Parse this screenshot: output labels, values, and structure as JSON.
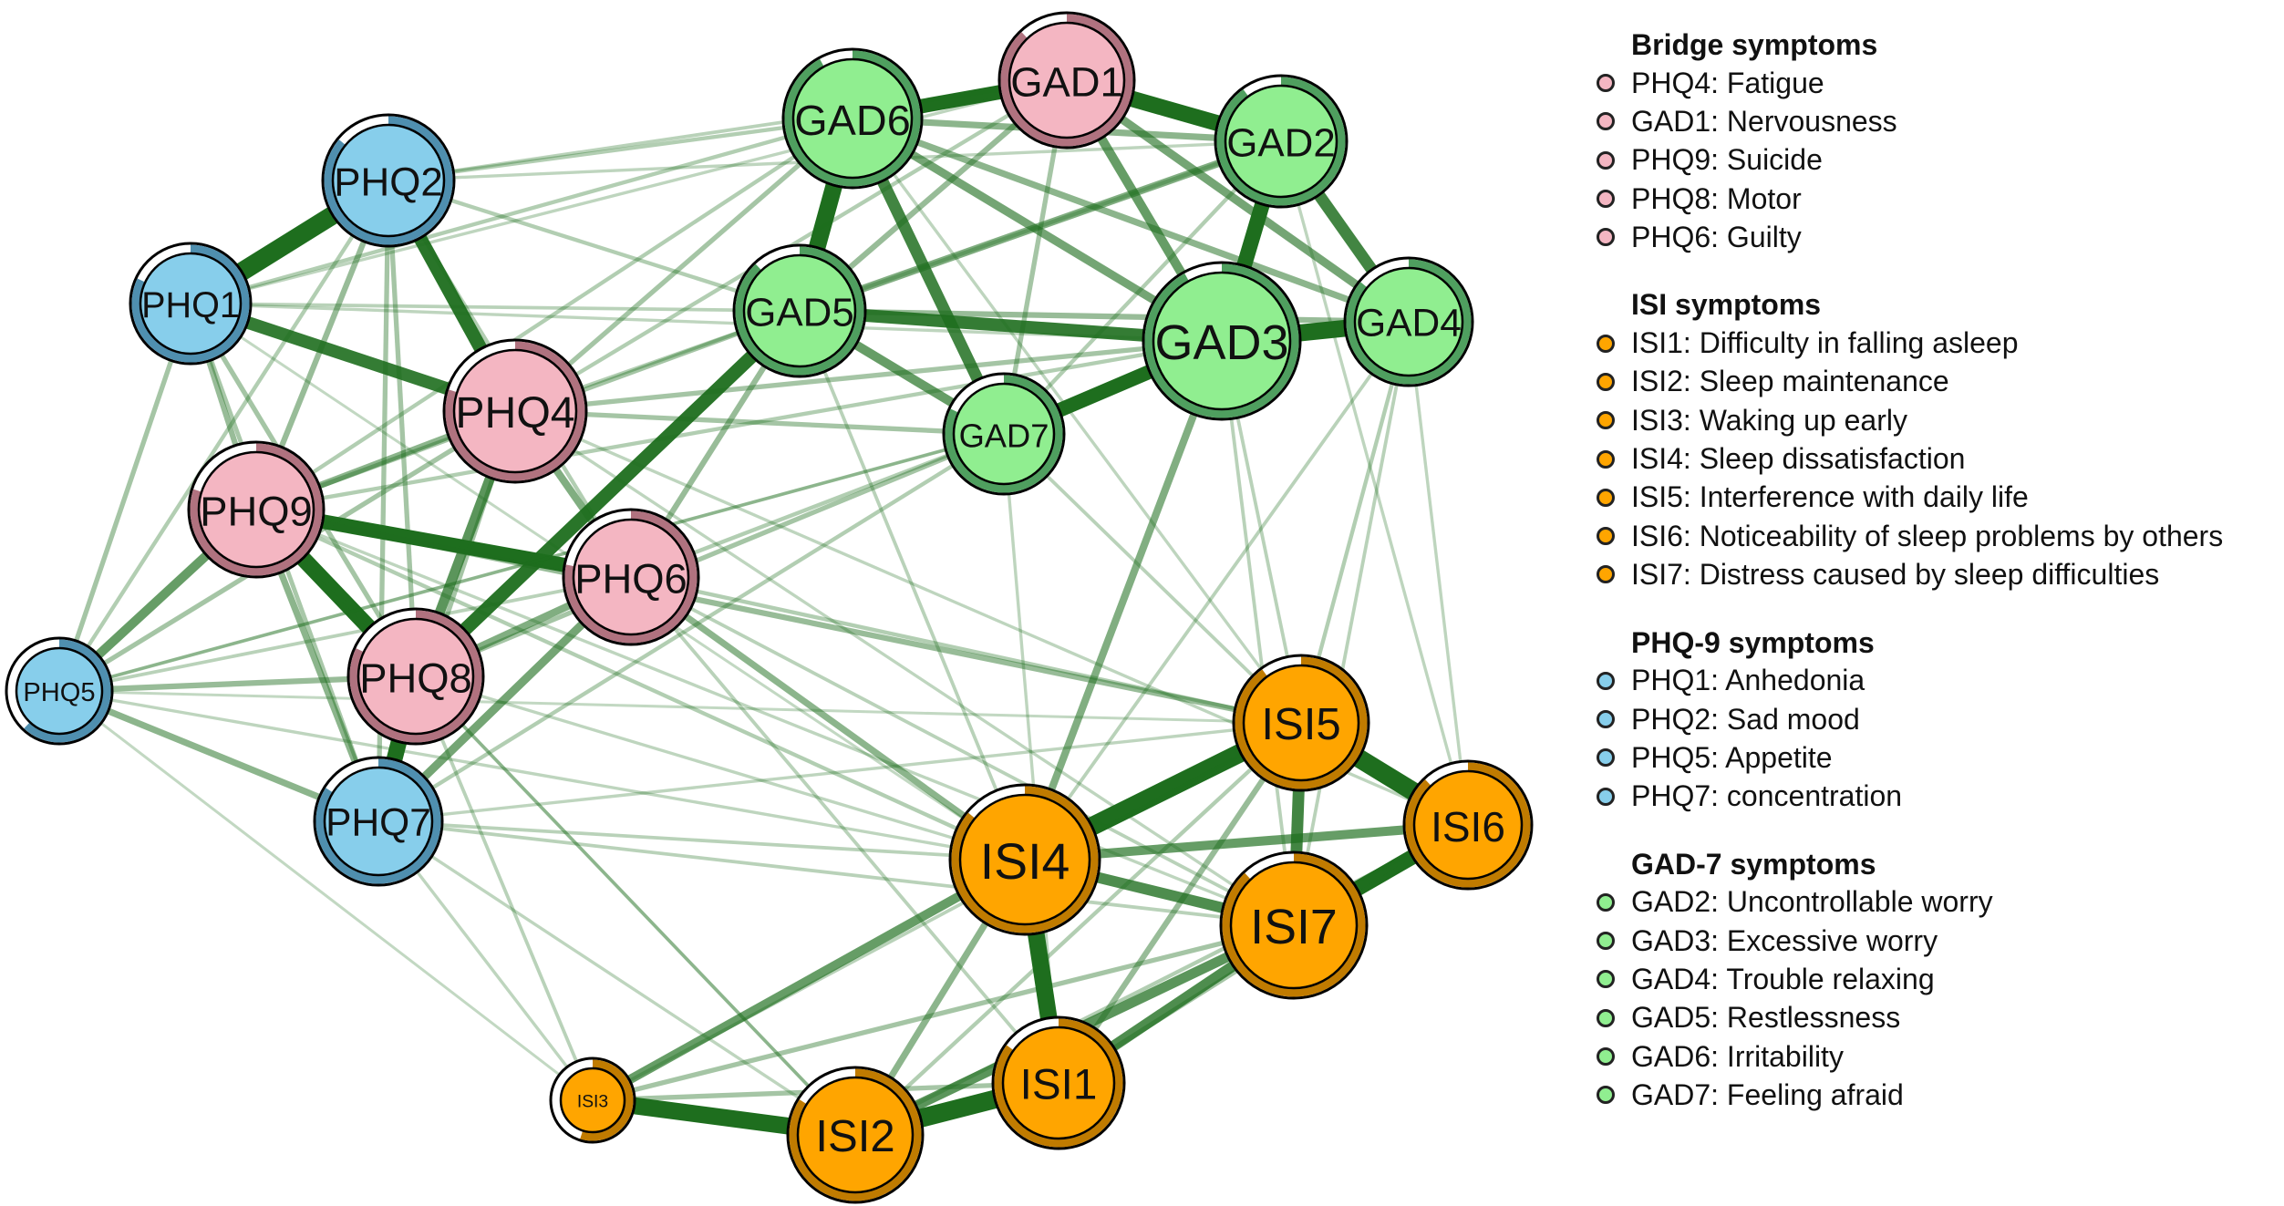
{
  "colors": {
    "bridge": "#F4B6C2",
    "isi": "#FFA500",
    "phq": "#87CEEB",
    "gad": "#90EE90",
    "edge": "#1E6E1E"
  },
  "nodes": [
    {
      "id": "PHQ1",
      "group": "phq"
    },
    {
      "id": "PHQ2",
      "group": "phq"
    },
    {
      "id": "PHQ5",
      "group": "phq"
    },
    {
      "id": "PHQ7",
      "group": "phq"
    },
    {
      "id": "PHQ4",
      "group": "bridge"
    },
    {
      "id": "PHQ9",
      "group": "bridge"
    },
    {
      "id": "PHQ6",
      "group": "bridge"
    },
    {
      "id": "PHQ8",
      "group": "bridge"
    },
    {
      "id": "GAD1",
      "group": "bridge"
    },
    {
      "id": "GAD6",
      "group": "gad"
    },
    {
      "id": "GAD2",
      "group": "gad"
    },
    {
      "id": "GAD5",
      "group": "gad"
    },
    {
      "id": "GAD3",
      "group": "gad"
    },
    {
      "id": "GAD4",
      "group": "gad"
    },
    {
      "id": "GAD7",
      "group": "gad"
    },
    {
      "id": "ISI5",
      "group": "isi"
    },
    {
      "id": "ISI6",
      "group": "isi"
    },
    {
      "id": "ISI4",
      "group": "isi"
    },
    {
      "id": "ISI7",
      "group": "isi"
    },
    {
      "id": "ISI1",
      "group": "isi"
    },
    {
      "id": "ISI2",
      "group": "isi"
    },
    {
      "id": "ISI3",
      "group": "isi"
    }
  ],
  "edges": [
    [
      "PHQ1",
      "PHQ2",
      1.0
    ],
    [
      "PHQ2",
      "PHQ4",
      0.7
    ],
    [
      "PHQ1",
      "PHQ4",
      0.65
    ],
    [
      "PHQ9",
      "PHQ6",
      0.75
    ],
    [
      "PHQ9",
      "PHQ8",
      0.85
    ],
    [
      "PHQ8",
      "PHQ7",
      0.85
    ],
    [
      "PHQ8",
      "GAD5",
      0.7
    ],
    [
      "PHQ4",
      "PHQ8",
      0.5
    ],
    [
      "PHQ9",
      "PHQ5",
      0.45
    ],
    [
      "PHQ6",
      "PHQ7",
      0.4
    ],
    [
      "PHQ4",
      "PHQ6",
      0.35
    ],
    [
      "PHQ9",
      "PHQ4",
      0.3
    ],
    [
      "PHQ8",
      "PHQ6",
      0.35
    ],
    [
      "PHQ7",
      "PHQ5",
      0.3
    ],
    [
      "PHQ1",
      "PHQ9",
      0.25
    ],
    [
      "PHQ2",
      "PHQ9",
      0.25
    ],
    [
      "PHQ7",
      "PHQ9",
      0.3
    ],
    [
      "PHQ8",
      "PHQ5",
      0.25
    ],
    [
      "PHQ1",
      "PHQ5",
      0.2
    ],
    [
      "PHQ2",
      "PHQ8",
      0.2
    ],
    [
      "PHQ4",
      "PHQ7",
      0.2
    ],
    [
      "PHQ6",
      "GAD5",
      0.25
    ],
    [
      "PHQ4",
      "GAD6",
      0.2
    ],
    [
      "PHQ4",
      "GAD3",
      0.2
    ],
    [
      "PHQ4",
      "GAD7",
      0.2
    ],
    [
      "PHQ6",
      "GAD7",
      0.15
    ],
    [
      "PHQ2",
      "GAD6",
      0.15
    ],
    [
      "PHQ1",
      "GAD5",
      0.12
    ],
    [
      "PHQ9",
      "ISI5",
      0.25
    ],
    [
      "PHQ6",
      "ISI4",
      0.3
    ],
    [
      "PHQ6",
      "ISI5",
      0.15
    ],
    [
      "PHQ5",
      "GAD7",
      0.12
    ],
    [
      "PHQ5",
      "ISI4",
      0.1
    ],
    [
      "PHQ7",
      "ISI4",
      0.12
    ],
    [
      "PHQ7",
      "ISI5",
      0.1
    ],
    [
      "PHQ8",
      "ISI4",
      0.1
    ],
    [
      "PHQ9",
      "ISI2",
      0.1
    ],
    [
      "PHQ7",
      "ISI2",
      0.1
    ],
    [
      "PHQ7",
      "ISI3",
      0.1
    ],
    [
      "PHQ5",
      "ISI3",
      0.08
    ],
    [
      "GAD6",
      "GAD1",
      0.75
    ],
    [
      "GAD6",
      "GAD5",
      0.9
    ],
    [
      "GAD6",
      "GAD7",
      0.6
    ],
    [
      "GAD6",
      "GAD3",
      0.4
    ],
    [
      "GAD6",
      "GAD2",
      0.3
    ],
    [
      "GAD1",
      "GAD2",
      0.85
    ],
    [
      "GAD1",
      "GAD3",
      0.45
    ],
    [
      "GAD1",
      "GAD4",
      0.4
    ],
    [
      "GAD2",
      "GAD3",
      0.8
    ],
    [
      "GAD2",
      "GAD4",
      0.6
    ],
    [
      "GAD3",
      "GAD4",
      0.9
    ],
    [
      "GAD5",
      "GAD3",
      0.65
    ],
    [
      "GAD5",
      "GAD7",
      0.45
    ],
    [
      "GAD7",
      "GAD3",
      0.75
    ],
    [
      "GAD5",
      "GAD2",
      0.35
    ],
    [
      "GAD6",
      "GAD4",
      0.3
    ],
    [
      "GAD1",
      "GAD5",
      0.25
    ],
    [
      "GAD1",
      "GAD7",
      0.2
    ],
    [
      "GAD5",
      "GAD4",
      0.25
    ],
    [
      "GAD7",
      "GAD2",
      0.15
    ],
    [
      "GAD3",
      "ISI4",
      0.35
    ],
    [
      "GAD4",
      "ISI5",
      0.15
    ],
    [
      "GAD4",
      "ISI4",
      0.12
    ],
    [
      "GAD7",
      "ISI5",
      0.12
    ],
    [
      "GAD5",
      "ISI4",
      0.12
    ],
    [
      "GAD2",
      "ISI6",
      0.1
    ],
    [
      "GAD3",
      "ISI7",
      0.12
    ],
    [
      "GAD4",
      "ISI6",
      0.1
    ],
    [
      "GAD5",
      "PHQ9",
      0.2
    ],
    [
      "GAD5",
      "PHQ2",
      0.15
    ],
    [
      "GAD6",
      "PHQ1",
      0.15
    ],
    [
      "GAD6",
      "PHQ9",
      0.15
    ],
    [
      "GAD7",
      "PHQ8",
      0.2
    ],
    [
      "GAD7",
      "PHQ7",
      0.15
    ],
    [
      "GAD3",
      "PHQ9",
      0.15
    ],
    [
      "GAD2",
      "PHQ4",
      0.15
    ],
    [
      "ISI5",
      "ISI6",
      1.0
    ],
    [
      "ISI4",
      "ISI5",
      1.0
    ],
    [
      "ISI4",
      "ISI1",
      0.9
    ],
    [
      "ISI2",
      "ISI1",
      1.0
    ],
    [
      "ISI3",
      "ISI2",
      0.9
    ],
    [
      "ISI5",
      "ISI7",
      0.6
    ],
    [
      "ISI6",
      "ISI7",
      0.8
    ],
    [
      "ISI4",
      "ISI7",
      0.55
    ],
    [
      "ISI4",
      "ISI6",
      0.45
    ],
    [
      "ISI1",
      "ISI7",
      0.55
    ],
    [
      "ISI2",
      "ISI7",
      0.5
    ],
    [
      "ISI4",
      "ISI3",
      0.45
    ],
    [
      "ISI4",
      "ISI2",
      0.3
    ],
    [
      "ISI1",
      "ISI5",
      0.25
    ],
    [
      "ISI3",
      "ISI7",
      0.2
    ],
    [
      "ISI1",
      "ISI6",
      0.2
    ],
    [
      "ISI2",
      "ISI5",
      0.15
    ],
    [
      "ISI3",
      "ISI1",
      0.2
    ],
    [
      "ISI2",
      "ISI6",
      0.15
    ],
    [
      "ISI3",
      "ISI5",
      0.12
    ],
    [
      "PHQ2",
      "PHQ7",
      0.2
    ],
    [
      "PHQ1",
      "PHQ8",
      0.2
    ],
    [
      "PHQ1",
      "PHQ7",
      0.18
    ],
    [
      "PHQ2",
      "PHQ6",
      0.15
    ],
    [
      "PHQ2",
      "PHQ5",
      0.15
    ],
    [
      "PHQ4",
      "PHQ5",
      0.2
    ],
    [
      "PHQ6",
      "PHQ5",
      0.12
    ],
    [
      "PHQ9",
      "ISI4",
      0.15
    ],
    [
      "PHQ4",
      "ISI6",
      0.1
    ],
    [
      "PHQ1",
      "GAD3",
      0.1
    ],
    [
      "PHQ2",
      "GAD1",
      0.12
    ],
    [
      "PHQ4",
      "GAD1",
      0.15
    ],
    [
      "PHQ6",
      "ISI7",
      0.12
    ],
    [
      "PHQ8",
      "ISI2",
      0.12
    ],
    [
      "PHQ8",
      "ISI3",
      0.12
    ],
    [
      "PHQ6",
      "ISI1",
      0.12
    ],
    [
      "GAD7",
      "PHQ5",
      0.1
    ],
    [
      "GAD1",
      "PHQ1",
      0.1
    ],
    [
      "GAD2",
      "PHQ2",
      0.1
    ],
    [
      "GAD4",
      "ISI7",
      0.12
    ],
    [
      "GAD3",
      "ISI5",
      0.12
    ],
    [
      "GAD7",
      "ISI1",
      0.1
    ],
    [
      "GAD6",
      "ISI5",
      0.1
    ],
    [
      "PHQ7",
      "ISI7",
      0.12
    ],
    [
      "PHQ5",
      "ISI5",
      0.08
    ],
    [
      "PHQ1",
      "ISI4",
      0.08
    ],
    [
      "PHQ9",
      "ISI7",
      0.1
    ],
    [
      "PHQ4",
      "ISI7",
      0.1
    ]
  ],
  "legend": [
    {
      "title": "Bridge symptoms",
      "group": "bridge",
      "items": [
        "PHQ4: Fatigue",
        "GAD1: Nervousness",
        "PHQ9: Suicide",
        "PHQ8: Motor",
        "PHQ6: Guilty"
      ]
    },
    {
      "title": "ISI symptoms",
      "group": "isi",
      "items": [
        "ISI1: Difficulty in falling asleep",
        "ISI2: Sleep maintenance",
        "ISI3: Waking up early",
        "ISI4: Sleep dissatisfaction",
        "ISI5: Interference with daily life",
        "ISI6: Noticeability of sleep problems by others",
        "ISI7: Distress caused by sleep difficulties"
      ]
    },
    {
      "title": "PHQ-9 symptoms",
      "group": "phq",
      "items": [
        "PHQ1: Anhedonia",
        "PHQ2: Sad mood",
        "PHQ5: Appetite",
        "PHQ7: concentration"
      ]
    },
    {
      "title": "GAD-7 symptoms",
      "group": "gad",
      "items": [
        "GAD2: Uncontrollable worry",
        "GAD3: Excessive worry",
        "GAD4: Trouble relaxing",
        "GAD5: Restlessness",
        "GAD6: Irritability",
        "GAD7: Feeling afraid"
      ]
    }
  ]
}
